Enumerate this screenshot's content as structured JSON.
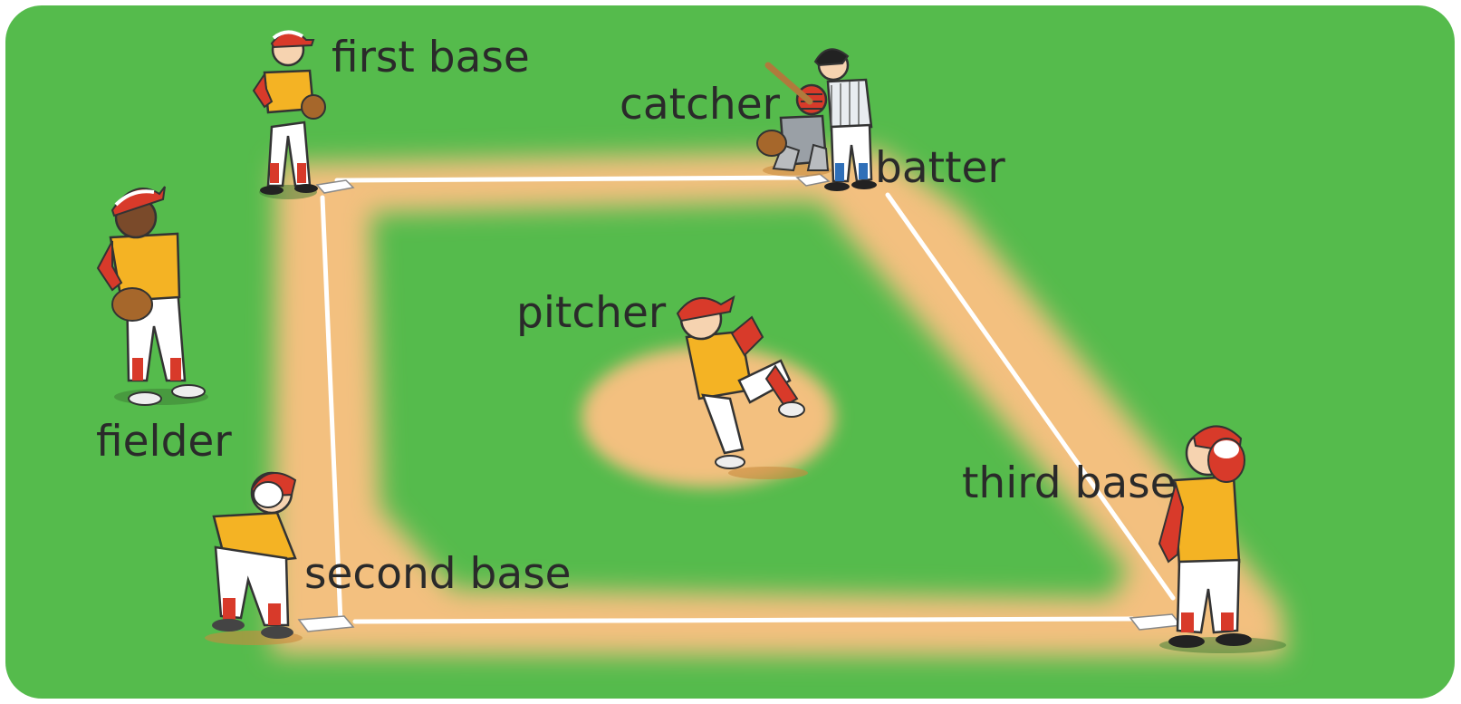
{
  "labels": {
    "first_base": "first base",
    "catcher": "catcher",
    "batter": "batter",
    "fielder": "fielder",
    "pitcher": "pitcher",
    "third_base": "third base",
    "second_base": "second base"
  },
  "colors": {
    "grass": "#55bb4c",
    "infield_dirt": "#f3c07f",
    "base_line": "#ffffff",
    "jersey_yellow": "#f4b324",
    "cap_red": "#d83a2a",
    "label_text": "#2a2a2a"
  }
}
